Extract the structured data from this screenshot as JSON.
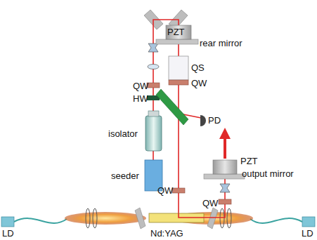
{
  "diagram": {
    "labels": [
      "PZT",
      "rear mirror",
      "QW",
      "HW",
      "isolator",
      "seeder",
      "QS",
      "QW",
      "PD",
      "PZT",
      "output mirror",
      "QW",
      "QW",
      "LD",
      "Nd:YAG",
      "LD"
    ]
  }
}
